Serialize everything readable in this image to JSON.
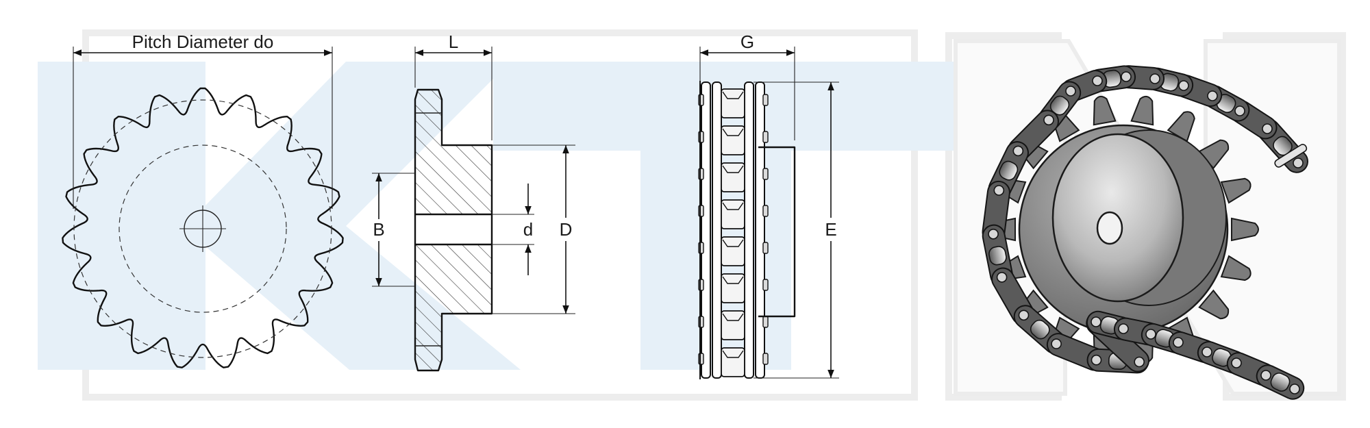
{
  "watermark": {
    "lettering": "KTN",
    "fill_color": "#e6f0f8",
    "outline_color": "#ececec"
  },
  "front_view": {
    "pitch_diameter_label": "Pitch Diameter do"
  },
  "section_view": {
    "hub_length_label": "L",
    "hub_height_label": "B",
    "bore_label": "d",
    "hub_diameter_label": "D"
  },
  "chain_view": {
    "width_label": "G",
    "height_label": "E"
  },
  "render_3d": {
    "body_color": "#8e8e8e",
    "link_color": "#5a5a5a"
  }
}
